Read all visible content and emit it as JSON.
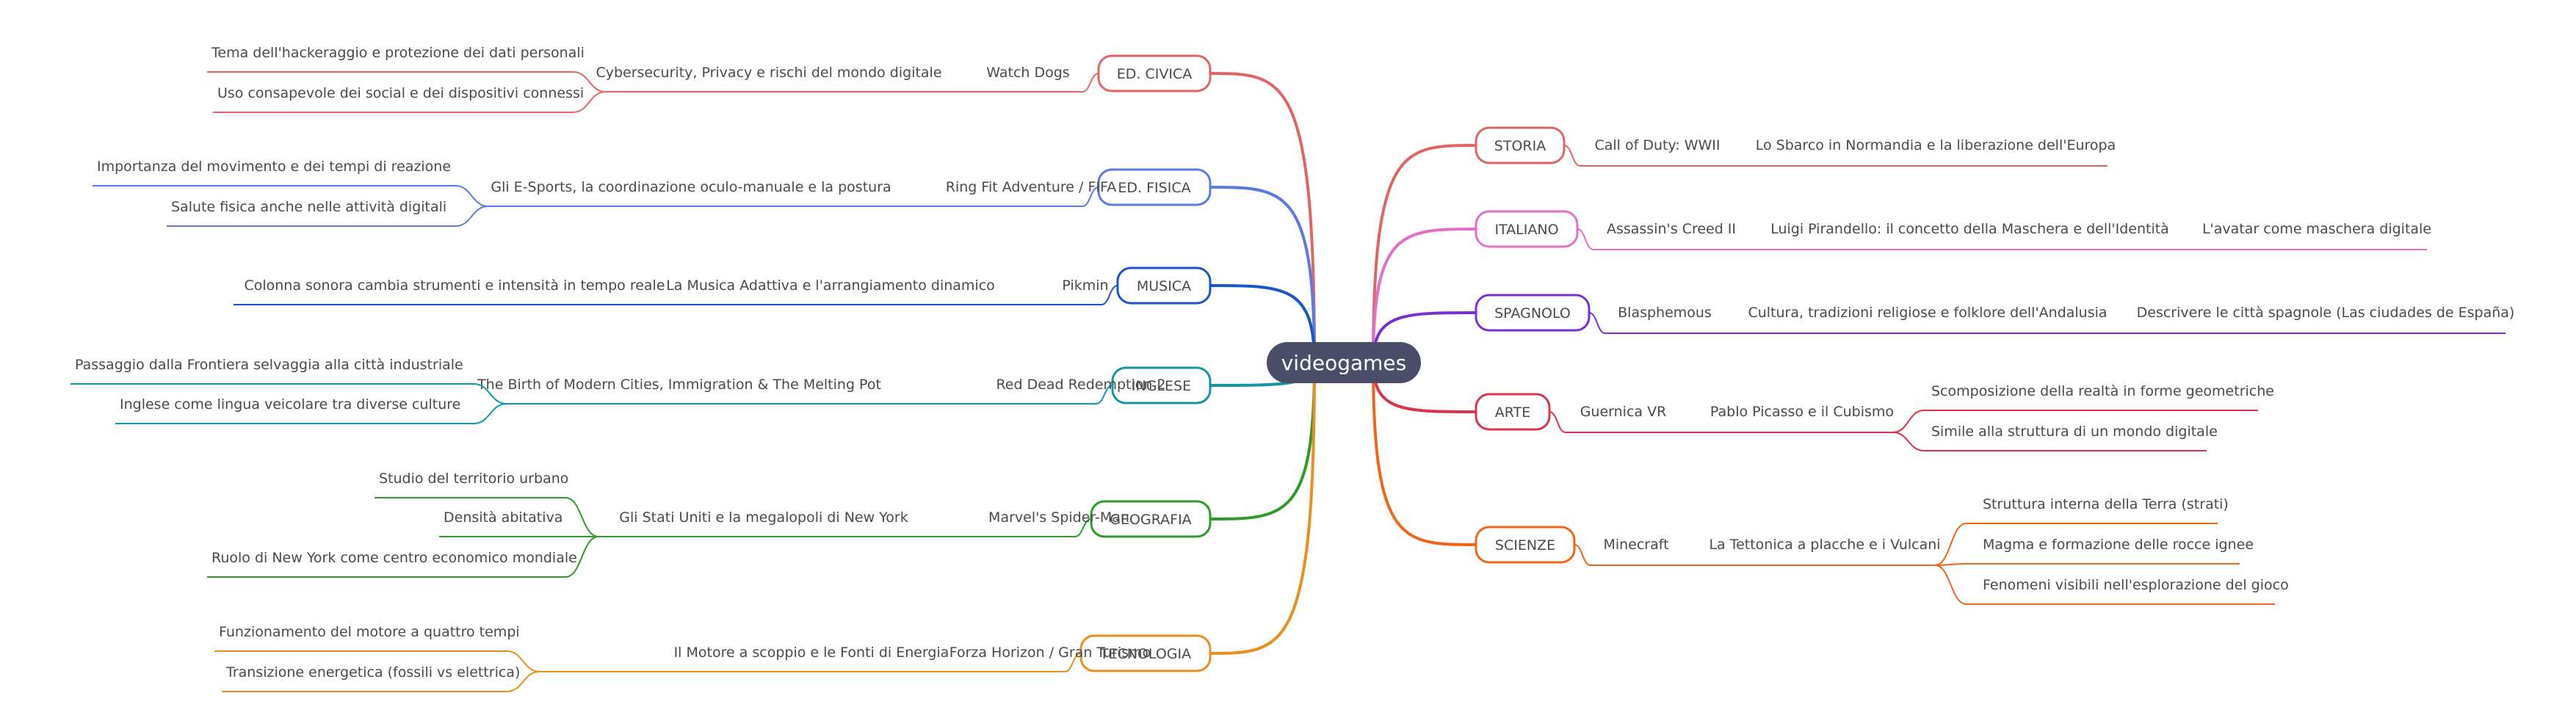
{
  "center": {
    "label": "videogames",
    "fill": "#4a4e69"
  },
  "left": [
    {
      "subject": "ED. CIVICA",
      "color": "#e06666",
      "game": "Watch Dogs",
      "topic": "Cybersecurity, Privacy e rischi del mondo digitale",
      "leaves": [
        "Tema dell'hackeraggio e protezione dei dati personali",
        "Uso consapevole dei social e dei dispositivi connessi"
      ]
    },
    {
      "subject": "ED. FISICA",
      "color": "#5b7be3",
      "game": "Ring Fit Adventure / FIFA",
      "topic": "Gli E-Sports, la coordinazione oculo-manuale e la postura",
      "leaves": [
        "Importanza del movimento e dei tempi di reazione",
        "Salute fisica anche nelle attività digitali"
      ]
    },
    {
      "subject": "MUSICA",
      "color": "#1a56c9",
      "game": "Pikmin",
      "topic": "La Musica Adattiva e l'arrangiamento dinamico",
      "leaves": [
        "Colonna sonora cambia strumenti e intensità in tempo reale"
      ]
    },
    {
      "subject": "INGLESE",
      "color": "#1594a8",
      "game": "Red Dead Redemption 2",
      "topic": "The Birth of Modern Cities, Immigration & The Melting Pot",
      "leaves": [
        "Passaggio dalla Frontiera selvaggia alla città industriale",
        "Inglese come lingua veicolare tra diverse culture"
      ]
    },
    {
      "subject": "GEOGRAFIA",
      "color": "#2f9a2a",
      "game": "Marvel's Spider-Man",
      "topic": "Gli Stati Uniti e la megalopoli di New York",
      "leaves": [
        "Studio del territorio urbano",
        "Densità abitativa",
        "Ruolo di New York come centro economico mondiale"
      ]
    },
    {
      "subject": "TECNOLOGIA",
      "color": "#e8901f",
      "game": "Forza Horizon / Gran Turismo",
      "topic": "Il Motore a scoppio e le Fonti di Energia",
      "leaves": [
        "Funzionamento del motore a quattro tempi",
        "Transizione energetica (fossili vs elettrica)"
      ]
    }
  ],
  "right": [
    {
      "subject": "STORIA",
      "color": "#e06666",
      "chain": [
        "Call of Duty: WWII",
        "Lo Sbarco in Normandia e la liberazione dell'Europa"
      ],
      "leaves": []
    },
    {
      "subject": "ITALIANO",
      "color": "#e370c8",
      "chain": [
        "Assassin's Creed II",
        "Luigi Pirandello: il concetto della Maschera e dell'Identità",
        "L'avatar come maschera digitale"
      ],
      "leaves": []
    },
    {
      "subject": "SPAGNOLO",
      "color": "#7a2fd4",
      "chain": [
        "Blasphemous",
        "Cultura, tradizioni religiose e folklore dell'Andalusia",
        "Descrivere le città spagnole (Las ciudades de España)"
      ],
      "leaves": []
    },
    {
      "subject": "ARTE",
      "color": "#d9344a",
      "chain": [
        "Guernica VR",
        "Pablo Picasso e il Cubismo"
      ],
      "leaves": [
        "Scomposizione della realtà in forme geometriche",
        "Simile alla struttura di un mondo digitale"
      ]
    },
    {
      "subject": "SCIENZE",
      "color": "#f0651a",
      "chain": [
        "Minecraft",
        "La Tettonica a placche e i Vulcani"
      ],
      "leaves": [
        "Struttura interna della Terra (strati)",
        "Magma e formazione delle rocce ignee",
        "Fenomeni visibili nell'esplorazione del gioco"
      ]
    }
  ]
}
